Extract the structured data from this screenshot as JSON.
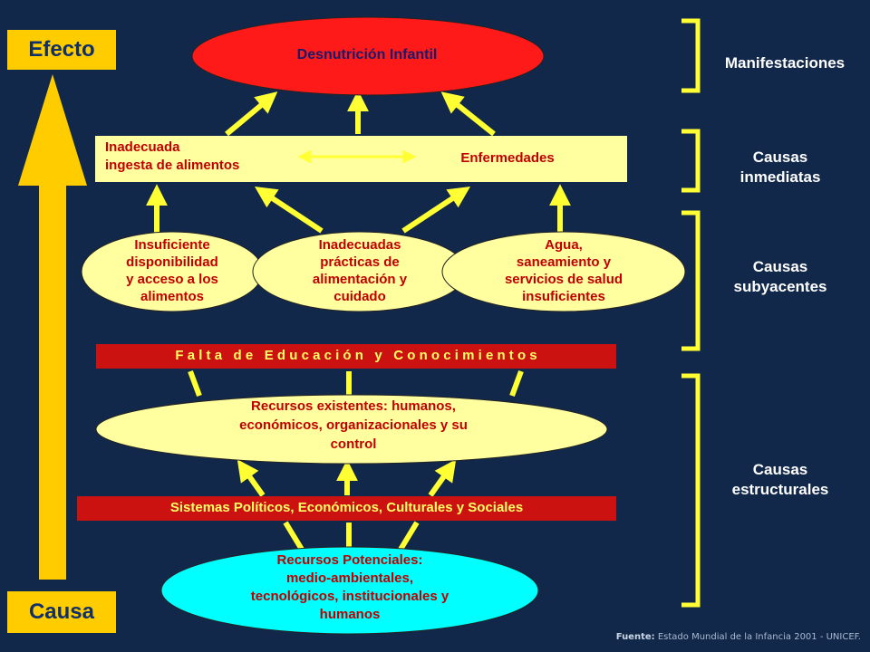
{
  "left_axis": {
    "top_label": "Efecto",
    "bottom_label": "Causa"
  },
  "nodes": {
    "desnutricion": "Desnutrición Infantil",
    "inadecuada_ingesta": [
      "Inadecuada",
      "ingesta de alimentos"
    ],
    "enfermedades": "Enfermedades",
    "insuficiente": [
      "Insuficiente",
      "disponibilidad",
      "y acceso a los",
      "alimentos"
    ],
    "inadecuadas_practicas": [
      "Inadecuadas",
      "prácticas de",
      "alimentación y",
      "cuidado"
    ],
    "agua": [
      "Agua,",
      "saneamiento y",
      "servicios de salud",
      "insuficientes"
    ],
    "falta_educacion": "F a l t a   d e   E d u c a c i ó n   y   C o n o c i m i e n t o s",
    "recursos_existentes": [
      "Recursos existentes: humanos,",
      "económicos, organizacionales y su",
      "control"
    ],
    "sistemas": "Sistemas Políticos, Económicos, Culturales y Sociales",
    "recursos_potenciales": [
      "Recursos Potenciales:",
      "medio-ambientales,",
      "tecnológicos, institucionales y",
      "humanos"
    ]
  },
  "side_labels": {
    "manifestaciones": "Manifestaciones",
    "inmediatas": [
      "Causas",
      "inmediatas"
    ],
    "subyacentes": [
      "Causas",
      "subyacentes"
    ],
    "estructurales": [
      "Causas",
      "estructurales"
    ]
  },
  "source": {
    "prefix": "Fuente:",
    "text": "Estado Mundial de la Infancia 2001 - UNICEF."
  },
  "colors": {
    "background": "#12284a",
    "arrow_yellow": "#ffff33",
    "axis_orange": "#ffcc00",
    "red": "#cc1111",
    "cyan": "#00ffff",
    "pale_yellow": "#ffffa0"
  }
}
